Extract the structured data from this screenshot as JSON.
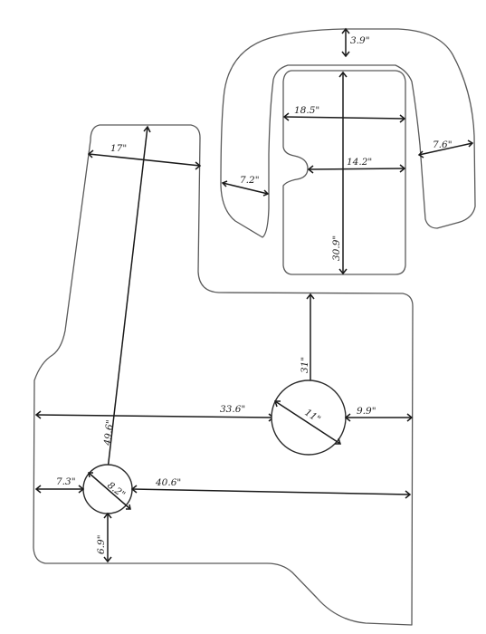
{
  "colors": {
    "outline": "#5a5a5a",
    "dimension": "#1a1a1a",
    "background": "#ffffff"
  },
  "top_panel": {
    "dims": {
      "gap_top": "3.9\"",
      "width_inner": "18.5\"",
      "width_lower": "14.2\"",
      "height": "30.9\"",
      "arm_left": "7.2\"",
      "arm_right": "7.6\""
    }
  },
  "bottom_panel": {
    "dims": {
      "top_width": "17\"",
      "diagonal": "49.6\"",
      "notch_drop": "31\"",
      "span_to_hole": "33.6\"",
      "hole_large_dia": "11\"",
      "hole_large_edge": "9.9\"",
      "hole_small_left": "7.3\"",
      "hole_small_dia": "8.2\"",
      "hole_small_right": "40.6\"",
      "hole_small_bottom": "6.9\""
    }
  }
}
